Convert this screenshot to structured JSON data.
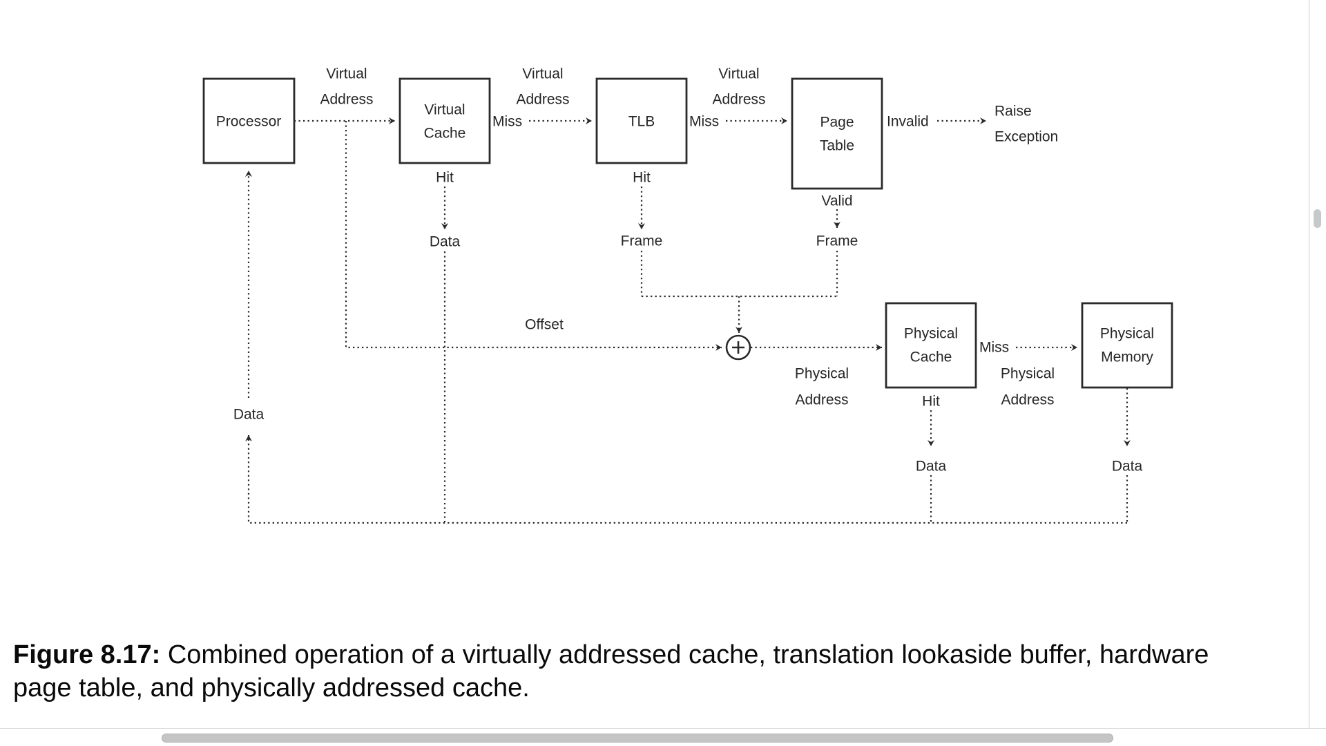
{
  "caption": {
    "label": "Figure 8.17:",
    "line1": " Combined operation of a virtually addressed cache, translation lookaside buffer, hardware",
    "line2": "page table, and physically addressed cache."
  },
  "diagram": {
    "boxes": {
      "processor": {
        "label": "Processor"
      },
      "virtual_cache": {
        "line1": "Virtual",
        "line2": "Cache"
      },
      "tlb": {
        "label": "TLB"
      },
      "page_table": {
        "line1": "Page",
        "line2": "Table"
      },
      "physical_cache": {
        "line1": "Physical",
        "line2": "Cache"
      },
      "physical_memory": {
        "line1": "Physical",
        "line2": "Memory"
      }
    },
    "labels": {
      "virtual_address_1": {
        "line1": "Virtual",
        "line2": "Address"
      },
      "virtual_address_2": {
        "line1": "Virtual",
        "line2": "Address"
      },
      "virtual_address_3": {
        "line1": "Virtual",
        "line2": "Address"
      },
      "miss_after_virtual_cache": "Miss",
      "miss_after_tlb": "Miss",
      "invalid": "Invalid",
      "raise_exception": {
        "line1": "Raise",
        "line2": "Exception"
      },
      "hit_virtual_cache": "Hit",
      "data_virtual_cache": "Data",
      "hit_tlb": "Hit",
      "frame_tlb": "Frame",
      "valid_page_table": "Valid",
      "frame_page_table": "Frame",
      "offset": "Offset",
      "physical_address_to_cache": {
        "line1": "Physical",
        "line2": "Address"
      },
      "miss_after_physical_cache": "Miss",
      "physical_address_to_memory": {
        "line1": "Physical",
        "line2": "Address"
      },
      "hit_physical_cache": "Hit",
      "data_physical_cache": "Data",
      "data_physical_memory": "Data",
      "data_processor": "Data"
    },
    "icons": {
      "adder": "plus-in-circle"
    },
    "colors": {
      "ink": "#2a2a2a",
      "box_fill": "#ffffff"
    }
  },
  "chrome": {
    "colors": {
      "content_border": "#cccccc",
      "scrollbar_thumb": "#c6c9ca",
      "bottom_separator": "#d9d9d9"
    }
  }
}
